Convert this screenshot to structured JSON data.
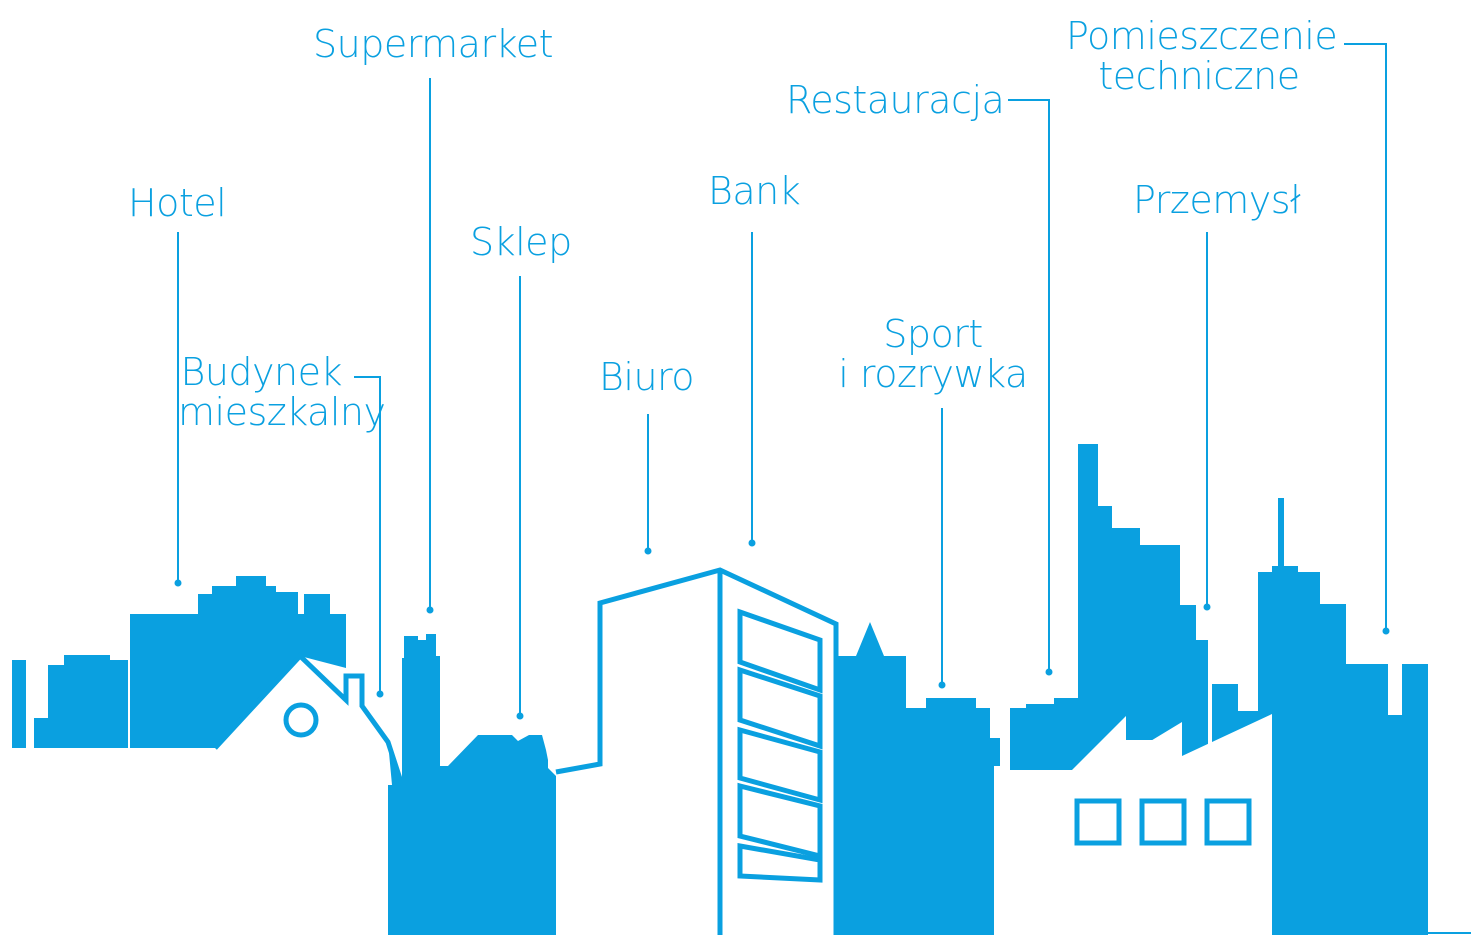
{
  "colors": {
    "accent": "#0aa0e0",
    "background": "#ffffff"
  },
  "labels": {
    "hotel": "Hotel",
    "residential_1": "Budynek",
    "residential_2": "mieszkalny",
    "supermarket": "Supermarket",
    "shop": "Sklep",
    "office": "Biuro",
    "bank": "Bank",
    "sport_1": "Sport",
    "sport_2": "i rozrywka",
    "restaurant": "Restauracja",
    "technical_1": "Pomieszczenie",
    "technical_2": "techniczne",
    "industry": "Przemysł"
  }
}
